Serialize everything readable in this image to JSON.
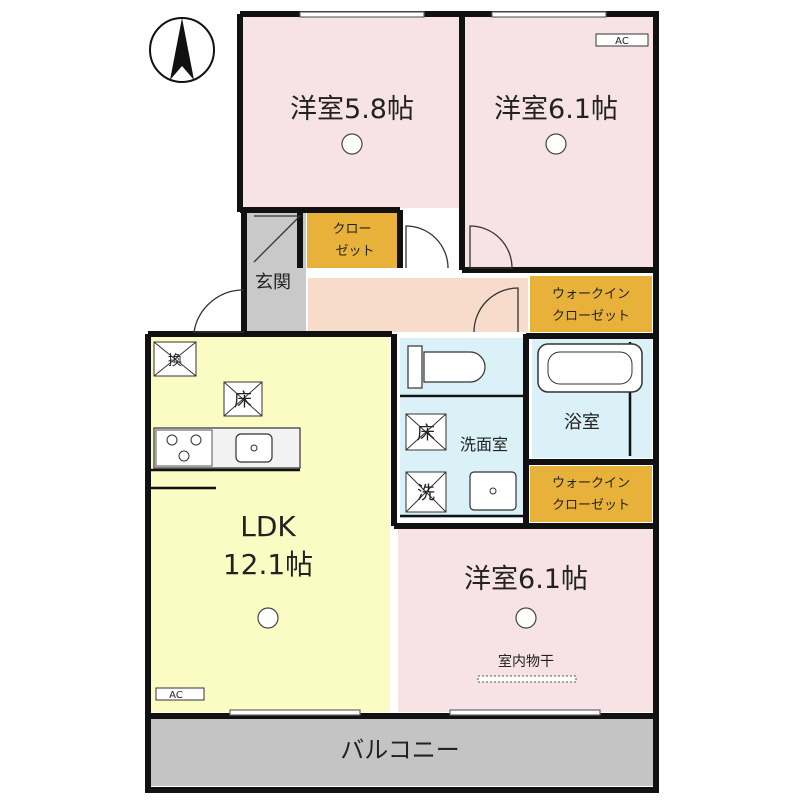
{
  "colors": {
    "bedroom": "#f7e3e6",
    "ldk": "#fbfbc4",
    "wet": "#d9f1f7",
    "closet": "#e8b23a",
    "hall": "#f8dccb",
    "balcony": "#c4c4c4",
    "genkan": "#c9c9c9",
    "wall": "#111111"
  },
  "rooms": {
    "bedroom1": "洋室5.8帖",
    "bedroom2": "洋室6.1帖",
    "bedroom3": "洋室6.1帖",
    "ldk_name": "LDK",
    "ldk_size": "12.1帖",
    "closet": [
      "クロー",
      "ゼット"
    ],
    "walkin1": [
      "ウォークイン",
      "クローゼット"
    ],
    "walkin2": [
      "ウォークイン",
      "クローゼット"
    ],
    "genkan": "玄関",
    "bath": "浴室",
    "washroom": "洗面室",
    "balcony": "バルコニー",
    "drying": "室内物干"
  },
  "fixtures": {
    "ac1": "AC",
    "ac2": "AC",
    "floor_heat1": "床",
    "floor_heat2": "床",
    "washer": "洗",
    "vent": "換"
  },
  "icons": {
    "compass": "compass-north-icon",
    "smoke": "smoke-detector-icon",
    "stove": "stove-icon",
    "sink": "sink-icon",
    "toilet": "toilet-icon",
    "bathtub": "bathtub-icon"
  }
}
